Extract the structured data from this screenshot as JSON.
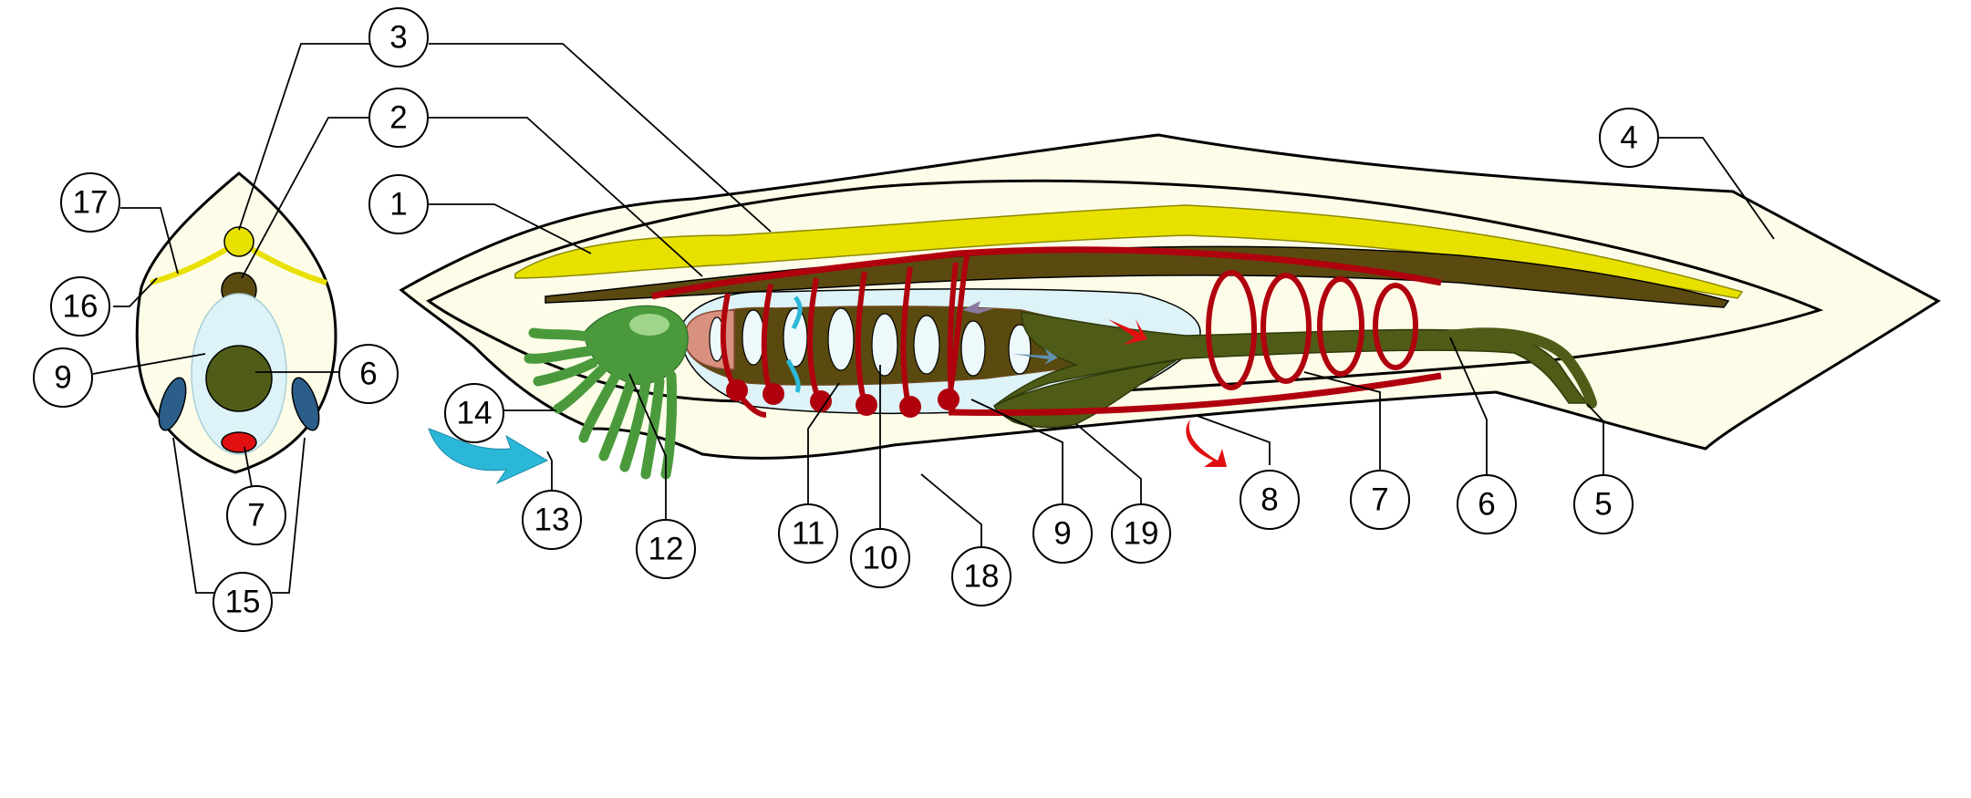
{
  "colors": {
    "body": "#fdfce8",
    "nerve_cord": "#e8e100",
    "notochord": "#5a4a10",
    "gut": "#4f5c17",
    "pharynx_cavity": "#ddf3f7",
    "blood_vessel": "#b0000d",
    "oral_cirri": "#4a9a3c",
    "water_flow": "#2bb7d8",
    "gonad": "#2b5f8a",
    "ventral_vessel": "#e01010"
  },
  "labels": {
    "l1": "1",
    "l2": "2",
    "l3": "3",
    "l4": "4",
    "l5": "5",
    "l6": "6",
    "l6b": "6",
    "l7": "7",
    "l7b": "7",
    "l8": "8",
    "l9": "9",
    "l9b": "9",
    "l10": "10",
    "l11": "11",
    "l12": "12",
    "l13": "13",
    "l14": "14",
    "l15": "15",
    "l16": "16",
    "l17": "17",
    "l18": "18",
    "l19": "19"
  }
}
